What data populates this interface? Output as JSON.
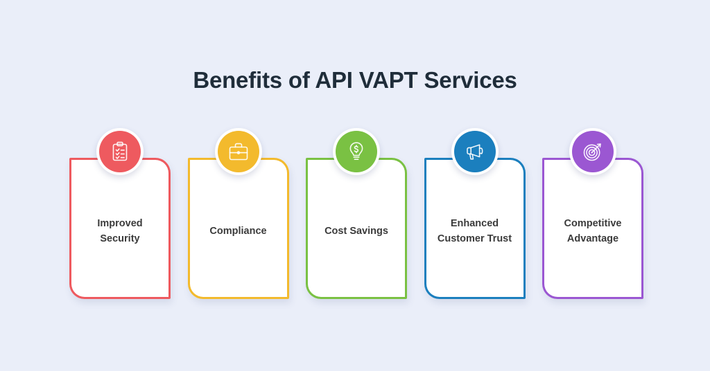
{
  "header": {
    "title": "Benefits of API VAPT Services"
  },
  "theme": {
    "background": "#eaeef9",
    "title_color": "#1f2d3a",
    "card_background": "#ffffff",
    "label_color": "#3b3b3b"
  },
  "benefits": [
    {
      "label": "Improved\nSecurity",
      "icon": "clipboard-checklist-icon",
      "color": "#ee5a5f"
    },
    {
      "label": "Compliance",
      "icon": "briefcase-icon",
      "color": "#f3ba2d"
    },
    {
      "label": "Cost Savings",
      "icon": "lightbulb-dollar-icon",
      "color": "#7ac143"
    },
    {
      "label": "Enhanced\nCustomer Trust",
      "icon": "megaphone-icon",
      "color": "#1b7fbe"
    },
    {
      "label": "Competitive\nAdvantage",
      "icon": "target-arrow-icon",
      "color": "#9b57d2"
    }
  ]
}
